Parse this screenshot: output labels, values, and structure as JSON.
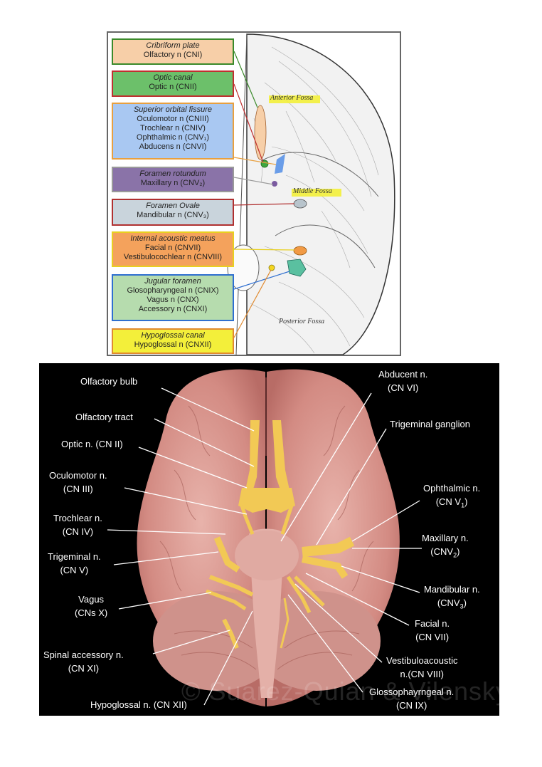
{
  "skull_panel": {
    "foramina": [
      {
        "name": "Cribriform plate",
        "nerves": [
          "Olfactory n (CNI)"
        ],
        "fill": "#f7cfa8",
        "border": "#3a8a2a"
      },
      {
        "name": "Optic canal",
        "nerves": [
          "Optic n (CNII)"
        ],
        "fill": "#6cc06a",
        "border": "#c03030"
      },
      {
        "name": "Superior orbital fissure",
        "nerves": [
          "Oculomotor n (CNIII)",
          "Trochlear n (CNIV)",
          "Ophthalmic n (CNV₁)",
          "Abducens n (CNVI)"
        ],
        "fill": "#a9c8f2",
        "border": "#e8a040"
      },
      {
        "name": "Foramen rotundum",
        "nerves": [
          "Maxillary n (CNV₂)"
        ],
        "fill": "#8a73a8",
        "border": "#9a9a9a"
      },
      {
        "name": "Foramen Ovale",
        "nerves": [
          "Mandibular n (CNV₃)"
        ],
        "fill": "#c9d4dc",
        "border": "#b03030"
      },
      {
        "name": "Internal acoustic meatus",
        "nerves": [
          "Facial n (CNVII)",
          "Vestibulocochlear n (CNVIII)"
        ],
        "fill": "#f4a25c",
        "border": "#e8d020"
      },
      {
        "name": "Jugular foramen",
        "nerves": [
          "Glosopharyngeal n (CNIX)",
          "Vagus n (CNX)",
          "Accessory n (CNXI)"
        ],
        "fill": "#b6dcae",
        "border": "#2f6fd0"
      },
      {
        "name": "Hypoglossal canal",
        "nerves": [
          "Hypoglossal n (CNXII)"
        ],
        "fill": "#f3ef3a",
        "border": "#e08a30"
      }
    ],
    "illustration_labels": [
      "Anterior Fossa",
      "Middle Fossa",
      "Posterior Fossa"
    ]
  },
  "brain_panel": {
    "labels": {
      "olfactory_bulb": [
        "Olfactory bulb"
      ],
      "olfactory_tract": [
        "Olfactory tract"
      ],
      "optic": [
        "Optic n. (CN II)"
      ],
      "oculomotor": [
        "Oculomotor n.",
        "(CN III)"
      ],
      "trochlear": [
        "Trochlear n.",
        "(CN IV)"
      ],
      "trigeminal": [
        "Trigeminal n.",
        "(CN V)"
      ],
      "vagus": [
        "Vagus",
        "(CNs X)"
      ],
      "spinal_accessory": [
        "Spinal accessory n.",
        "(CN  XI)"
      ],
      "hypoglossal": [
        "Hypoglossal n. (CN XII)"
      ],
      "abducent": [
        "Abducent n.",
        "(CN VI)"
      ],
      "trigeminal_ganglion": [
        "Trigeminal ganglion"
      ],
      "ophthalmic": [
        "Ophthalmic n.",
        "(CN V",
        "1",
        ")"
      ],
      "maxillary": [
        "Maxillary n.",
        "(CNV",
        "2",
        ")"
      ],
      "mandibular": [
        "Mandibular n.",
        "(CNV",
        "3",
        ")"
      ],
      "facial": [
        "Facial n.",
        "(CN VII)"
      ],
      "vestibuloacoustic": [
        "Vestibuloacoustic",
        "n.(CN VIII)"
      ],
      "glossopharyngeal": [
        "Glossophayrngeal n.",
        "(CN IX)"
      ]
    },
    "watermark": "© Suarez-Quian & Vilensky"
  },
  "colors": {
    "nerve_yellow": "#f2c955",
    "brain_pink": "#d9978f",
    "background_black": "#000000"
  }
}
